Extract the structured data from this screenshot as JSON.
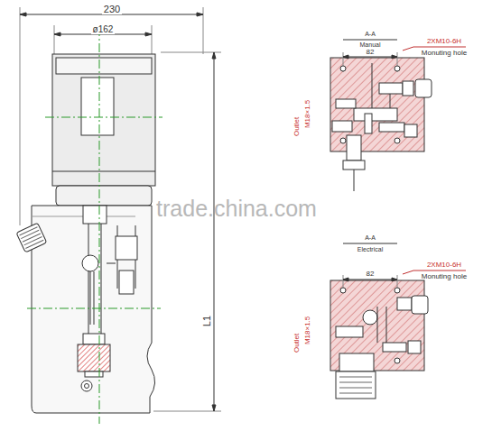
{
  "diagram": {
    "labels": [
      "230",
      "ø162",
      "L1",
      "trade.china.com",
      "A-A",
      "Manual",
      "82",
      "2XM10-6H",
      "Monuting hole",
      "Outlet",
      "M18×1.5",
      "A-A",
      "Electrical",
      "82",
      "2XM10-6H",
      "Monuting hole",
      "Outlet",
      "M18×1.5"
    ]
  }
}
